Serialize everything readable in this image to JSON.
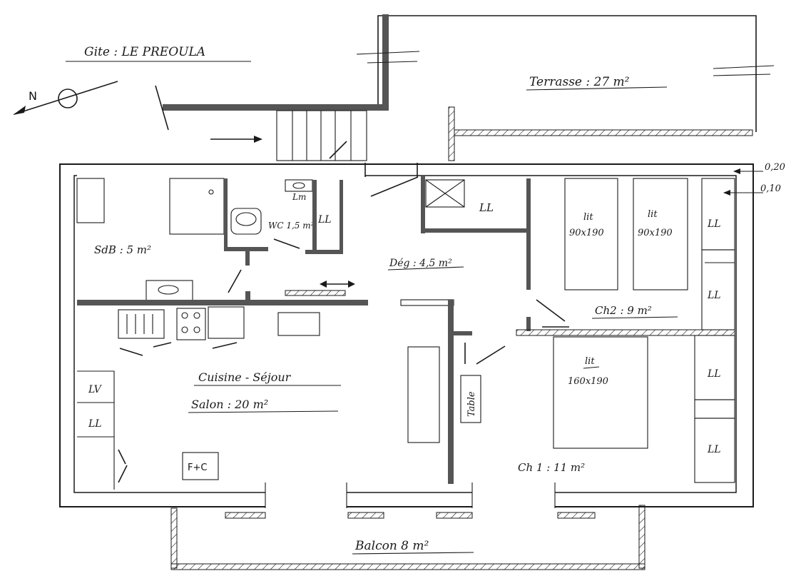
{
  "title": "Gite : LE PREOULA",
  "north_label": "N",
  "rooms": {
    "terrasse": "Terrasse : 27 m²",
    "sdb": "SdB : 5 m²",
    "wc": "WC 1,5 m²",
    "lm": "Lm",
    "wc_ll": "LL",
    "placard_ll": "LL",
    "deg": "Dég : 4,5 m²",
    "cuisine_line1": "Cuisine - Séjour",
    "cuisine_line2": "Salon : 20 m²",
    "lv": "LV",
    "kitchen_ll": "LL",
    "fc": "F+C",
    "table": "Table",
    "ch2": "Ch2 : 9 m²",
    "ch1": "Ch 1 : 11 m²",
    "balcon": "Balcon 8 m²"
  },
  "beds": {
    "bed1_label": "lit",
    "bed1_size": "90x190",
    "bed2_label": "lit",
    "bed2_size": "90x190",
    "bed3_label": "lit",
    "bed3_size": "160x190"
  },
  "closets": {
    "ch2_ll_top": "LL",
    "ch2_ll_bottom": "LL",
    "ch1_ll_top": "LL",
    "ch1_ll_bottom": "LL"
  },
  "dimensions": {
    "outer_wall": "0,20",
    "inner_wall": "0,10"
  },
  "colors": {
    "ink": "#1a1a1a",
    "wall_fill": "#555555",
    "paper": "#ffffff"
  }
}
